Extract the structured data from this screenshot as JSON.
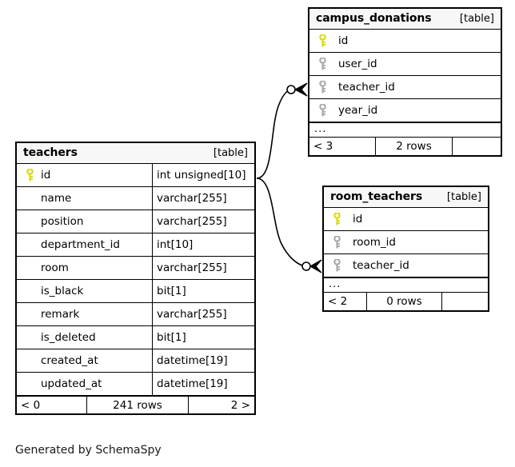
{
  "diagram": {
    "caption": "Generated by SchemaSpy",
    "table_tag": "[table]",
    "ellipsis": "...",
    "colors": {
      "primary_key": "#d8d800",
      "foreign_key": "#a6a6a6",
      "header_background": "#f7f7f7",
      "border": "#000000",
      "background": "#ffffff"
    }
  },
  "tables": [
    {
      "id": "campus_donations",
      "name": "campus_donations",
      "tag": "[table]",
      "columns": [
        {
          "key": "primary",
          "name": "id",
          "type": ""
        },
        {
          "key": "foreign",
          "name": "user_id",
          "type": ""
        },
        {
          "key": "foreign",
          "name": "teacher_id",
          "type": ""
        },
        {
          "key": "foreign",
          "name": "year_id",
          "type": ""
        }
      ],
      "more": "...",
      "footer": {
        "left": "< 3",
        "middle": "2 rows",
        "right": ""
      }
    },
    {
      "id": "teachers",
      "name": "teachers",
      "tag": "[table]",
      "columns": [
        {
          "key": "primary",
          "name": "id",
          "type": "int unsigned[10]"
        },
        {
          "key": "none",
          "name": "name",
          "type": "varchar[255]"
        },
        {
          "key": "none",
          "name": "position",
          "type": "varchar[255]"
        },
        {
          "key": "none",
          "name": "department_id",
          "type": "int[10]"
        },
        {
          "key": "none",
          "name": "room",
          "type": "varchar[255]"
        },
        {
          "key": "none",
          "name": "is_black",
          "type": "bit[1]"
        },
        {
          "key": "none",
          "name": "remark",
          "type": "varchar[255]"
        },
        {
          "key": "none",
          "name": "is_deleted",
          "type": "bit[1]"
        },
        {
          "key": "none",
          "name": "created_at",
          "type": "datetime[19]"
        },
        {
          "key": "none",
          "name": "updated_at",
          "type": "datetime[19]"
        }
      ],
      "more": null,
      "footer": {
        "left": "< 0",
        "middle": "241 rows",
        "right": "2 >"
      }
    },
    {
      "id": "room_teachers",
      "name": "room_teachers",
      "tag": "[table]",
      "columns": [
        {
          "key": "primary",
          "name": "id",
          "type": ""
        },
        {
          "key": "foreign",
          "name": "room_id",
          "type": ""
        },
        {
          "key": "foreign",
          "name": "teacher_id",
          "type": ""
        }
      ],
      "more": "...",
      "footer": {
        "left": "< 2",
        "middle": "0 rows",
        "right": ""
      }
    }
  ],
  "relationships": [
    {
      "from_table": "teachers",
      "from_column": "id",
      "to_table": "campus_donations",
      "to_column": "teacher_id",
      "cardinality": "zero-or-more"
    },
    {
      "from_table": "teachers",
      "from_column": "id",
      "to_table": "room_teachers",
      "to_column": "teacher_id",
      "cardinality": "zero-or-more"
    }
  ]
}
